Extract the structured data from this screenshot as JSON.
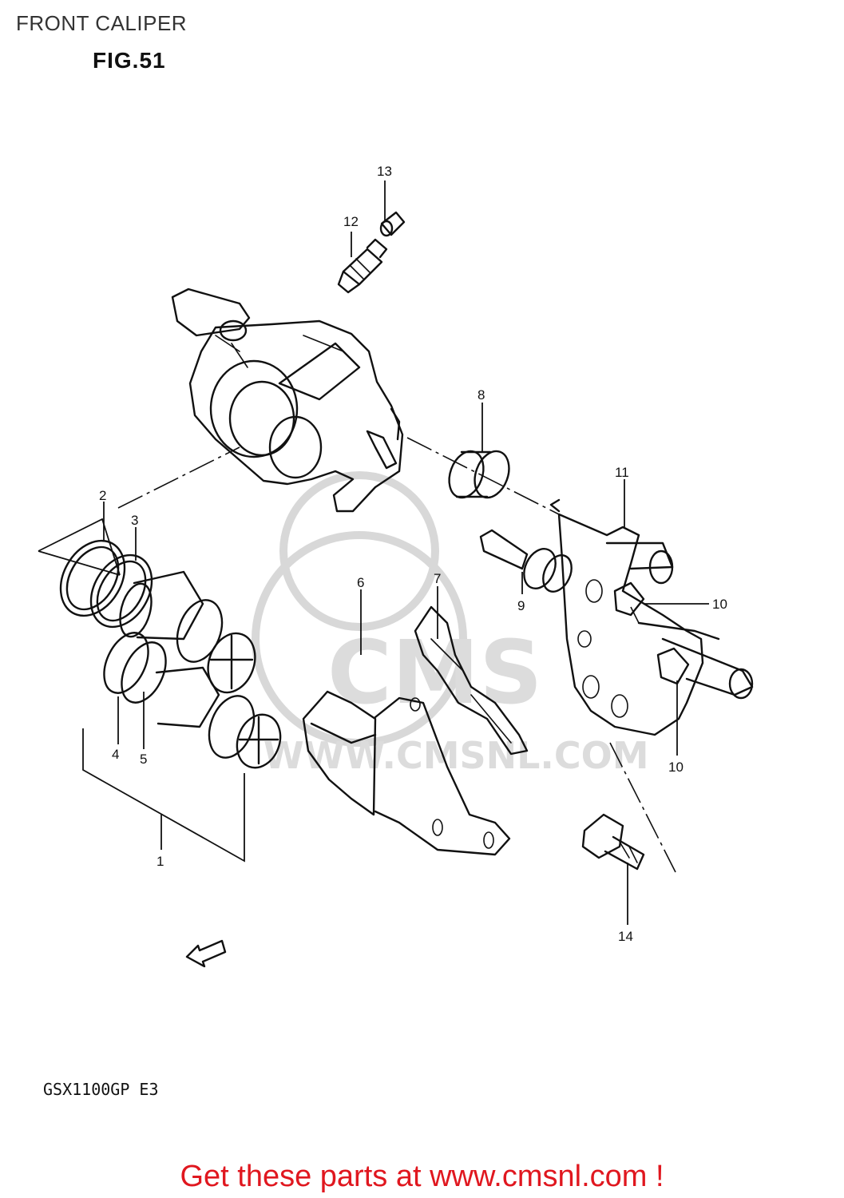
{
  "header": {
    "title": "FRONT CALIPER"
  },
  "figure": {
    "label": "FIG.51"
  },
  "watermark": {
    "brand": "CMS",
    "url": "WWW.CMSNL.COM"
  },
  "arrow": {
    "label": "FWD"
  },
  "model": {
    "code": "GSX1100GP  E3"
  },
  "callouts": [
    "1",
    "2",
    "3",
    "4",
    "5",
    "6",
    "7",
    "8",
    "9",
    "10",
    "10",
    "11",
    "12",
    "13",
    "14"
  ],
  "cta": {
    "text": "Get these parts at www.cmsnl.com !",
    "color": "#e0171f"
  }
}
